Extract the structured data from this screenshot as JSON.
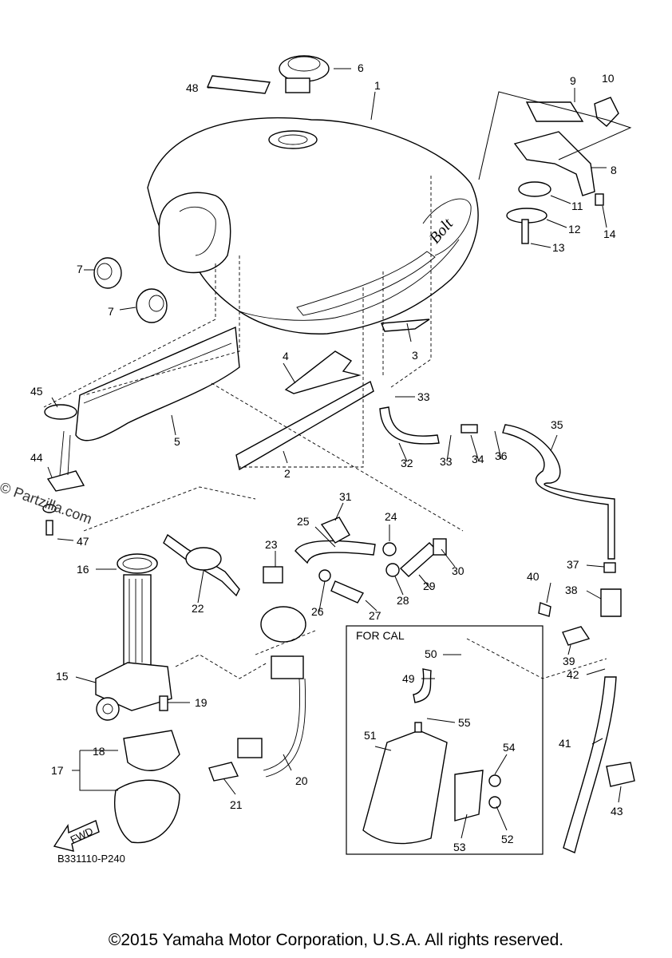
{
  "diagram": {
    "reference_code": "B331110-P240",
    "copyright": "©2015 Yamaha Motor Corporation, U.S.A. All rights reserved.",
    "inset_title": "FOR CAL",
    "fwd_label": "FWD",
    "watermark": "© Partzilla.com",
    "callouts": {
      "p1": "1",
      "p2": "2",
      "p3": "3",
      "p4": "4",
      "p5": "5",
      "p6": "6",
      "p7a": "7",
      "p7b": "7",
      "p8": "8",
      "p9": "9",
      "p10": "10",
      "p11": "11",
      "p12": "12",
      "p13": "13",
      "p14": "14",
      "p15": "15",
      "p16": "16",
      "p17": "17",
      "p18": "18",
      "p19": "19",
      "p20": "20",
      "p21": "21",
      "p22": "22",
      "p23": "23",
      "p24": "24",
      "p25": "25",
      "p26": "26",
      "p27": "27",
      "p28": "28",
      "p29": "29",
      "p30": "30",
      "p31": "31",
      "p32": "32",
      "p33a": "33",
      "p33b": "33",
      "p34": "34",
      "p35": "35",
      "p36": "36",
      "p37": "37",
      "p38": "38",
      "p39": "39",
      "p40": "40",
      "p41": "41",
      "p42": "42",
      "p43": "43",
      "p44": "44",
      "p45": "45",
      "p47": "47",
      "p48": "48",
      "p49": "49",
      "p50": "50",
      "p51": "51",
      "p52": "52",
      "p53": "53",
      "p54": "54",
      "p55": "55"
    }
  }
}
